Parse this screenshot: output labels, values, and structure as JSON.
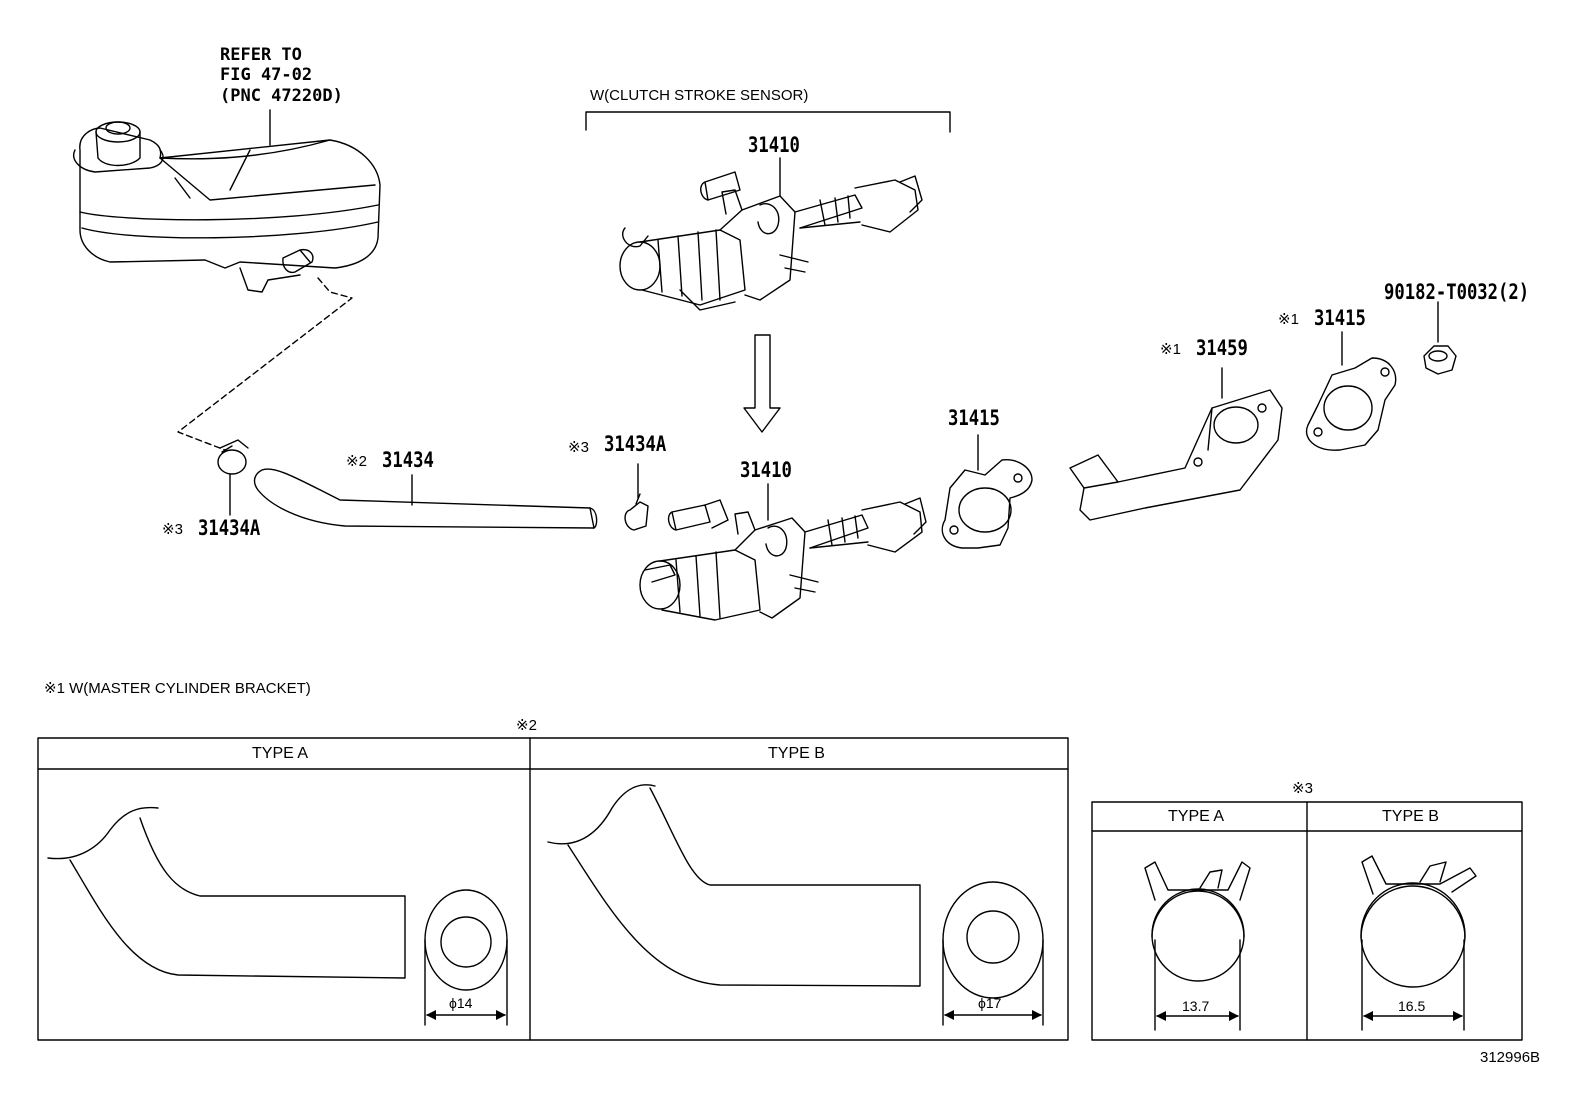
{
  "diagram": {
    "reference": {
      "line1": "REFER TO",
      "line2": "FIG 47-02",
      "line3": "(PNC 47220D)"
    },
    "sensor_note": "W(CLUTCH STROKE SENSOR)",
    "bracket_note": "※1  W(MASTER CYLINDER BRACKET)",
    "drawing_number": "312996B",
    "parts": {
      "master_cyl_sensor": "31410",
      "master_cyl": "31410",
      "gasket_right": "31415",
      "gasket_right_mark": "※1",
      "gasket_center": "31415",
      "bracket": "31459",
      "bracket_mark": "※1",
      "nut": "90182-T0032(2)",
      "hose": "31434",
      "hose_mark": "※2",
      "clip_left": "31434A",
      "clip_left_mark": "※3",
      "clip_right": "31434A",
      "clip_right_mark": "※3"
    },
    "hose_table": {
      "mark": "※2",
      "type_a": {
        "title": "TYPE A",
        "dim": "14",
        "dim_symbol": "ϕ"
      },
      "type_b": {
        "title": "TYPE B",
        "dim": "17",
        "dim_symbol": "ϕ"
      }
    },
    "clip_table": {
      "mark": "※3",
      "type_a": {
        "title": "TYPE A",
        "dim": "13.7"
      },
      "type_b": {
        "title": "TYPE B",
        "dim": "16.5"
      }
    }
  }
}
